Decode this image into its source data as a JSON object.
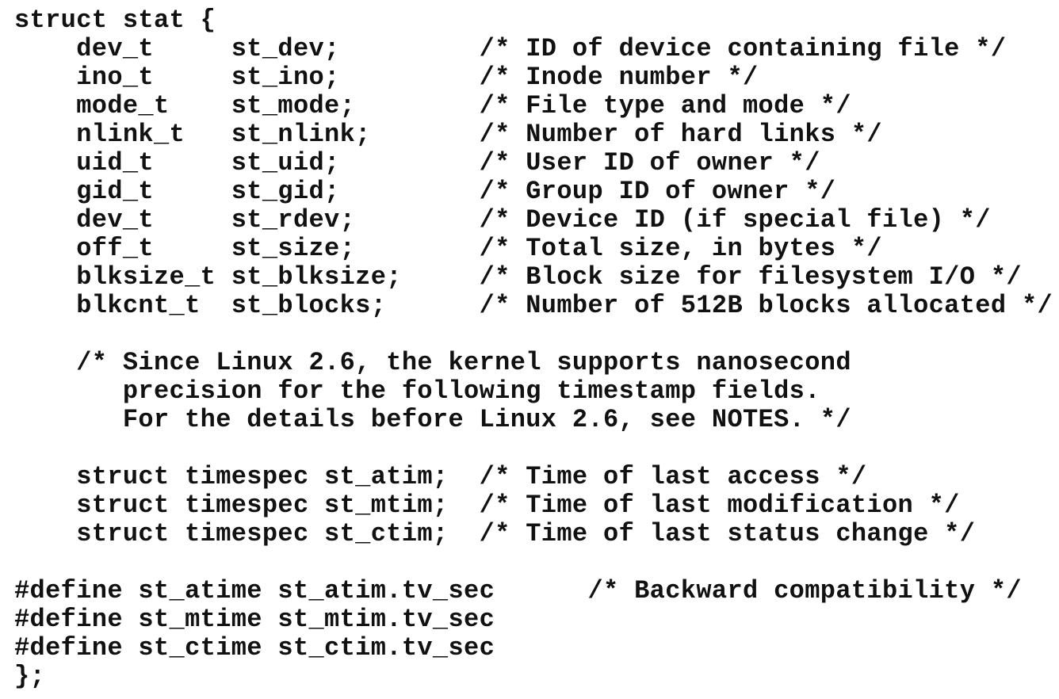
{
  "code": {
    "lines": [
      "struct stat {",
      "    dev_t     st_dev;         /* ID of device containing file */",
      "    ino_t     st_ino;         /* Inode number */",
      "    mode_t    st_mode;        /* File type and mode */",
      "    nlink_t   st_nlink;       /* Number of hard links */",
      "    uid_t     st_uid;         /* User ID of owner */",
      "    gid_t     st_gid;         /* Group ID of owner */",
      "    dev_t     st_rdev;        /* Device ID (if special file) */",
      "    off_t     st_size;        /* Total size, in bytes */",
      "    blksize_t st_blksize;     /* Block size for filesystem I/O */",
      "    blkcnt_t  st_blocks;      /* Number of 512B blocks allocated */",
      "",
      "    /* Since Linux 2.6, the kernel supports nanosecond",
      "       precision for the following timestamp fields.",
      "       For the details before Linux 2.6, see NOTES. */",
      "",
      "    struct timespec st_atim;  /* Time of last access */",
      "    struct timespec st_mtim;  /* Time of last modification */",
      "    struct timespec st_ctim;  /* Time of last status change */",
      "",
      "#define st_atime st_atim.tv_sec      /* Backward compatibility */",
      "#define st_mtime st_mtim.tv_sec",
      "#define st_ctime st_ctim.tv_sec",
      "};"
    ]
  }
}
